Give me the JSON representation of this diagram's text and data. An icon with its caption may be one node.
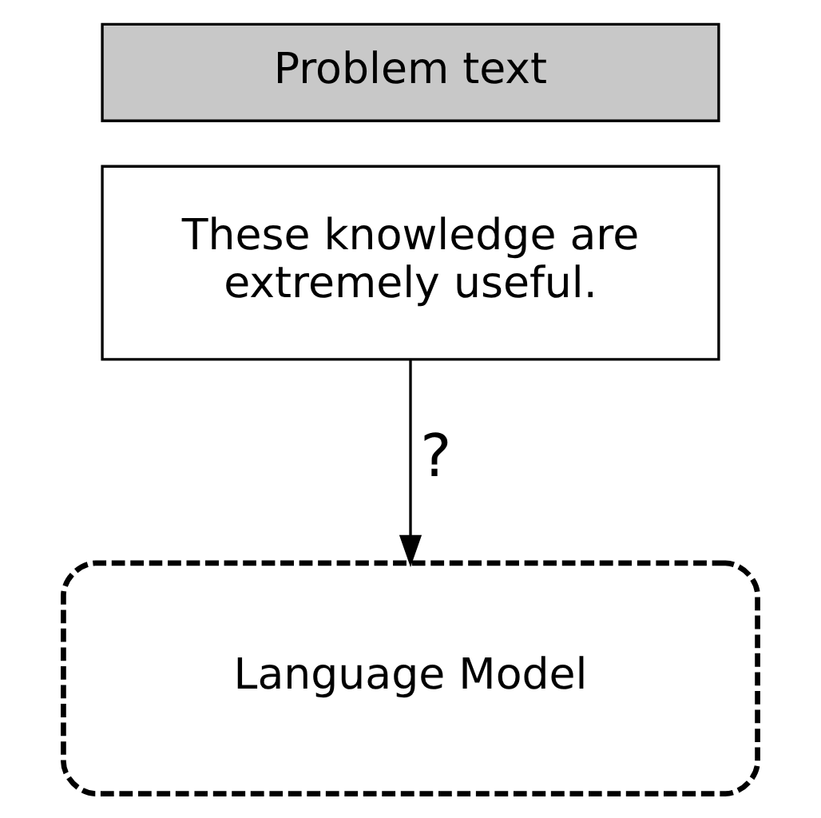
{
  "diagram": {
    "nodes": [
      {
        "text": [
          "Problem text"
        ]
      },
      {
        "text": [
          "These knowledge are extremely useful."
        ]
      },
      {
        "text": [
          "Language Model"
        ]
      }
    ],
    "edges": [
      {
        "from": 1,
        "to": 2,
        "arrow": "to",
        "label": "?"
      }
    ]
  }
}
